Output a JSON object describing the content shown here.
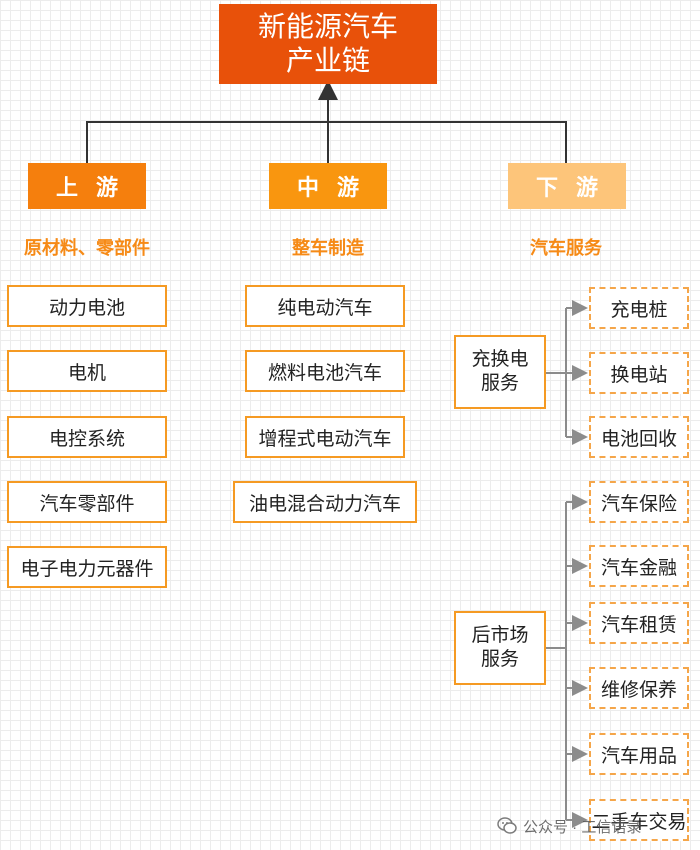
{
  "title": {
    "line1": "新能源汽车",
    "line2": "产业链"
  },
  "tiers": {
    "upstream": "上游",
    "midstream": "中游",
    "downstream": "下游"
  },
  "categories": {
    "upstream": "原材料、零部件",
    "midstream": "整车制造",
    "downstream": "汽车服务"
  },
  "upstream_items": [
    "动力电池",
    "电机",
    "电控系统",
    "汽车零部件",
    "电子电力元器件"
  ],
  "midstream_items": [
    "纯电动汽车",
    "燃料电池汽车",
    "增程式电动汽车",
    "油电混合动力汽车"
  ],
  "downstream": {
    "charging": {
      "line1": "充换电",
      "line2": "服务",
      "items": [
        "充电桩",
        "换电站",
        "电池回收"
      ]
    },
    "aftermarket": {
      "line1": "后市场",
      "line2": "服务",
      "items": [
        "汽车保险",
        "汽车金融",
        "汽车租赁",
        "维修保养",
        "汽车用品",
        "二手车交易"
      ]
    }
  },
  "watermark": {
    "text": "公众号 · 工信语录",
    "icon": "wechat-icon"
  },
  "colors": {
    "title_bg": "#e8510a",
    "upstream": "#f57f0d",
    "midstream": "#f9960f",
    "downstream": "#fdc57a",
    "box_border": "#f59a23"
  }
}
